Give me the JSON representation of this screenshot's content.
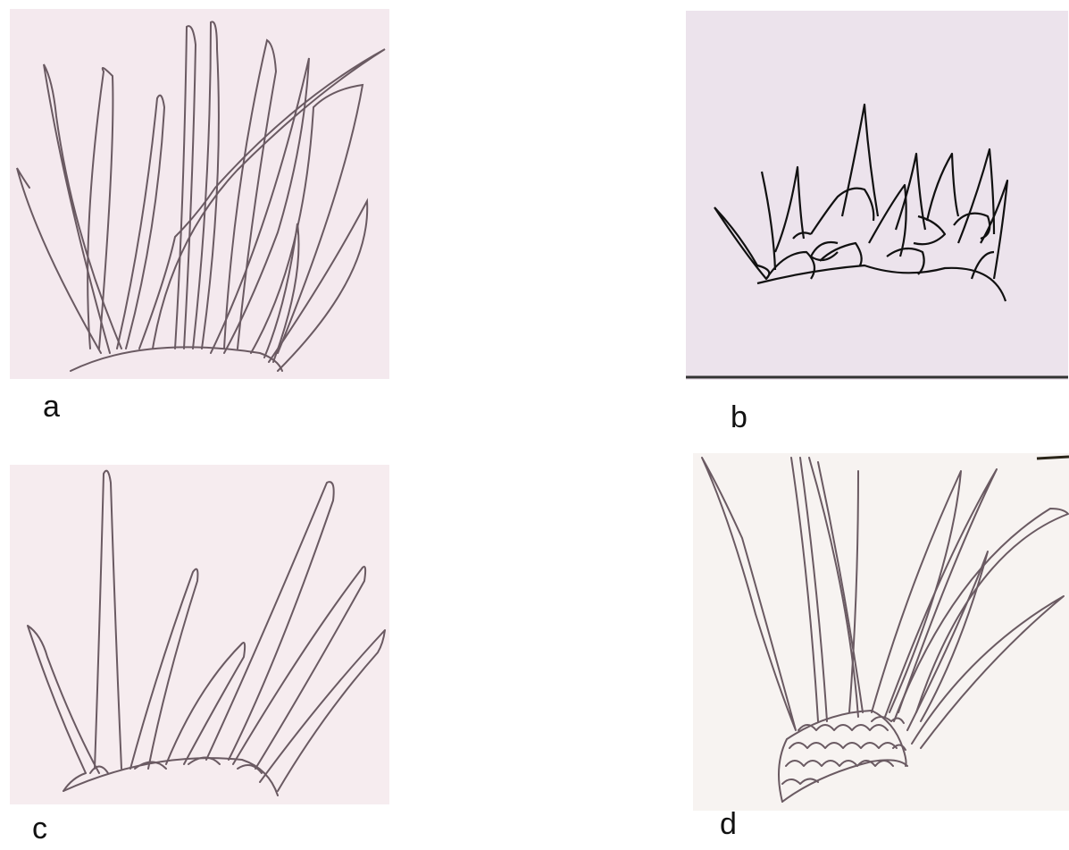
{
  "figure": {
    "panels": [
      {
        "id": "a",
        "label": "a"
      },
      {
        "id": "b",
        "label": "b"
      },
      {
        "id": "c",
        "label": "c"
      },
      {
        "id": "d",
        "label": "d"
      }
    ]
  },
  "colors": {
    "paper_a": "#f4e9ee",
    "paper_b": "#ece3ec",
    "paper_c": "#f6ecef",
    "paper_d": "#f7f3f1",
    "ink_light": "#6a5a62",
    "ink_dark": "#111111"
  }
}
